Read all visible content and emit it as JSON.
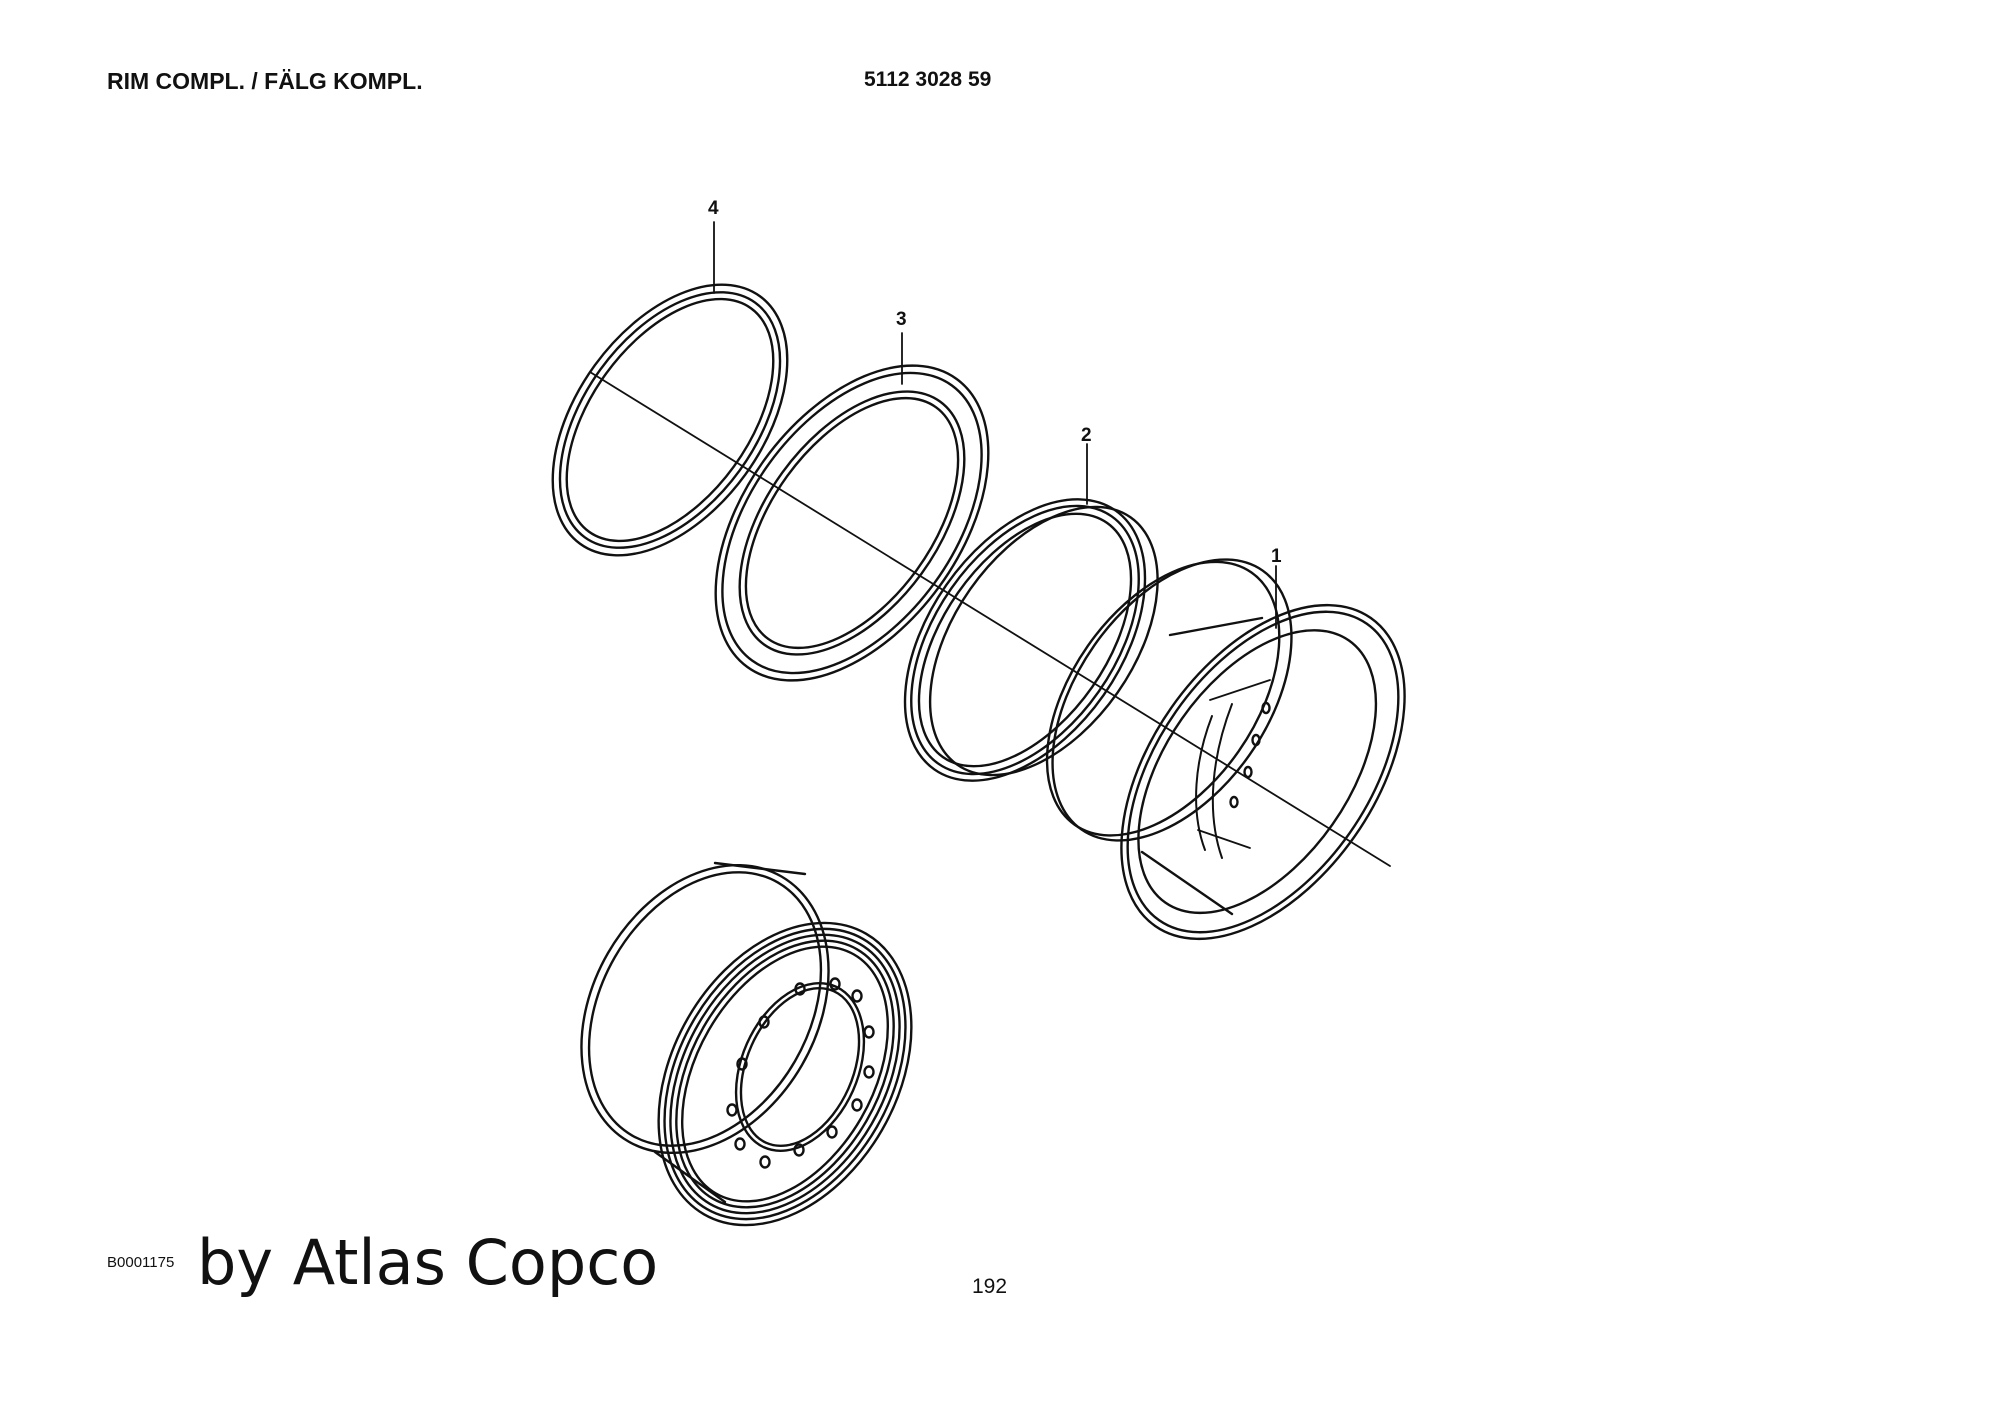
{
  "header": {
    "title": "RIM COMPL. / FÄLG KOMPL.",
    "part_number": "5112 3028 59"
  },
  "callouts": [
    "4",
    "3",
    "2",
    "1"
  ],
  "footer": {
    "drawing_code": "B0001175",
    "brand_text": "by Atlas Copco",
    "page_number": "192"
  }
}
